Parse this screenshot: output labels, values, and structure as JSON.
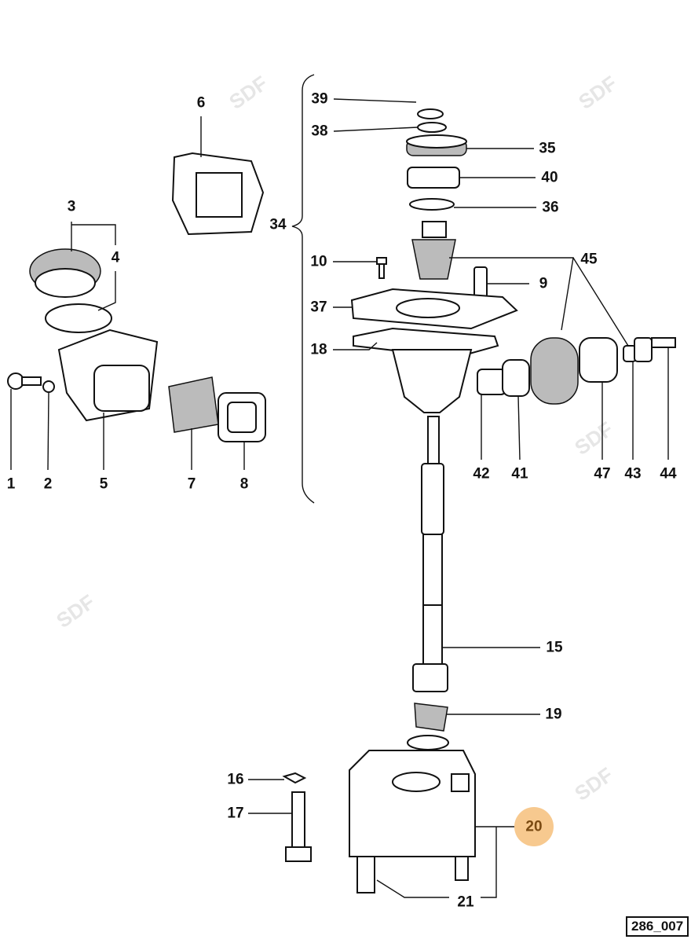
{
  "diagram": {
    "reference": "286_007",
    "watermark": "SDF",
    "highlight_color": "#f7c98f",
    "highlight_text_color": "#7a4a12",
    "callouts": {
      "c1": "1",
      "c2": "2",
      "c3": "3",
      "c4": "4",
      "c5": "5",
      "c6": "6",
      "c7": "7",
      "c8": "8",
      "c9": "9",
      "c10": "10",
      "c15": "15",
      "c16": "16",
      "c17": "17",
      "c18": "18",
      "c19": "19",
      "c20": "20",
      "c21": "21",
      "c34": "34",
      "c35": "35",
      "c36": "36",
      "c37": "37",
      "c38": "38",
      "c39": "39",
      "c40": "40",
      "c41": "41",
      "c42": "42",
      "c43": "43",
      "c44": "44",
      "c45": "45",
      "c47": "47"
    }
  }
}
